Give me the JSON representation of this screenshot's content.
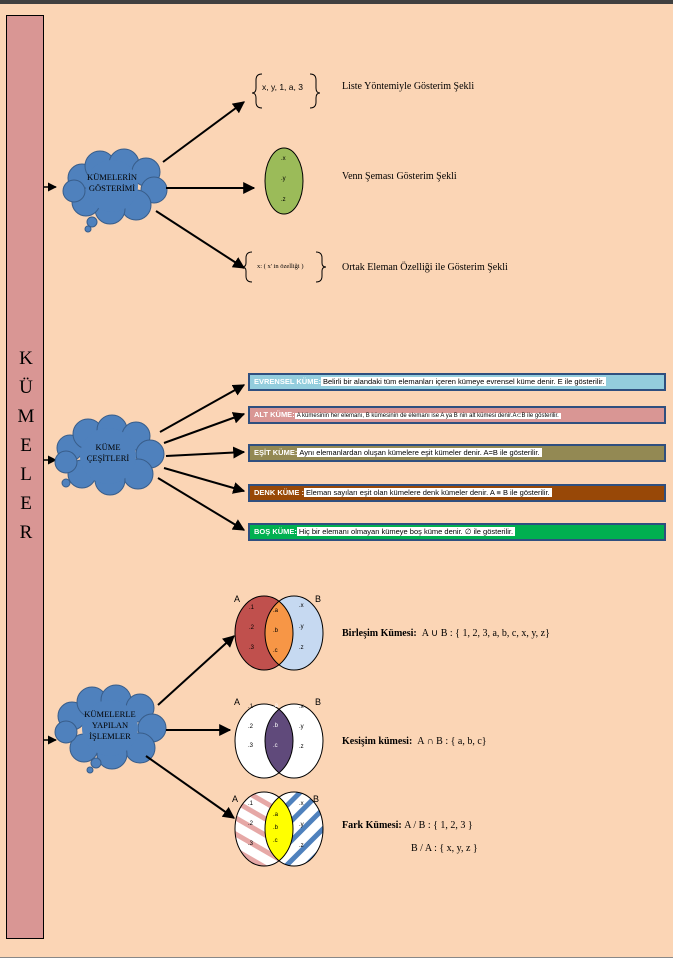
{
  "title_letters": [
    "K",
    "Ü",
    "M",
    "E",
    "L",
    "E",
    "R"
  ],
  "gosterim": {
    "cloud_lines": [
      "KÜMELERİN",
      "GÖSTERİMİ"
    ],
    "list_content": "x, y, 1, a, 3",
    "list_label": "Liste Yöntemiyle Gösterim Şekli",
    "venn_items": [
      ".x",
      ".y",
      ".z"
    ],
    "venn_label": "Venn Şeması Gösterim Şekli",
    "property_content": "x: ( x' in özelliği )",
    "property_label": "Ortak Eleman Özelliği ile Gösterim Şekli"
  },
  "cesitler": {
    "cloud_lines": [
      "KÜME",
      "ÇEŞİTLERİ"
    ],
    "types": [
      {
        "head": "EVRENSEL KÜME:",
        "body": "Belirli bir alandaki tüm elemanları içeren kümeye evrensel küme denir. E ile gösterilir.",
        "color": "#93cddd"
      },
      {
        "head": "ALT KÜME:",
        "body": "A kümesinin her elemanı, B kümesinin de elemanı ise A ya B nin alt kümesi denir.A⊂B ile gösterilir.",
        "color": "#d99694"
      },
      {
        "head": "EŞİT KÜME:",
        "body": "Aynı elemanlardan oluşan kümelere eşit kümeler denir. A=B ile gösterilir.",
        "color": "#938953"
      },
      {
        "head": "DENK KÜME :",
        "body": "Eleman sayıları eşit olan kümelere denk kümeler denir. A ≡ B ile gösterilir.",
        "color": "#984807"
      },
      {
        "head": "BOŞ KÜME:",
        "body": "Hiç bir elemanı olmayan kümeye boş küme denir. ∅ ile gösterilir.",
        "color": "#00b050"
      }
    ]
  },
  "islemler": {
    "cloud_lines": [
      "KÜMELERLE",
      "YAPILAN",
      "İŞLEMLER"
    ],
    "set_a_label": "A",
    "set_b_label": "B",
    "a_only": [
      ".1",
      ".2",
      ".3"
    ],
    "common": [
      ".a",
      ".b",
      ".c"
    ],
    "b_only": [
      ".x",
      ".y",
      ".z"
    ],
    "union": {
      "name": "Birleşim Kümesi:",
      "expr": "A ∪ B : { 1, 2, 3, a, b, c, x, y, z}"
    },
    "intersection": {
      "name": "Kesişim kümesi:",
      "expr": "A ∩ B : { a, b, c}"
    },
    "difference": {
      "name": "Fark Kümesi:",
      "expr": "A / B : { 1, 2, 3 }",
      "expr2": "B / A : { x, y, z }"
    }
  },
  "colors": {
    "background": "#fbd5b5",
    "sidebar": "#d99694",
    "cloud": "#4f81bd",
    "venn_green": "#9bbb59",
    "union_a": "#c0504d",
    "union_b": "#c6d9f1",
    "union_common": "#f79646",
    "intersection_common": "#604a7b",
    "difference_common": "#ffff00"
  }
}
